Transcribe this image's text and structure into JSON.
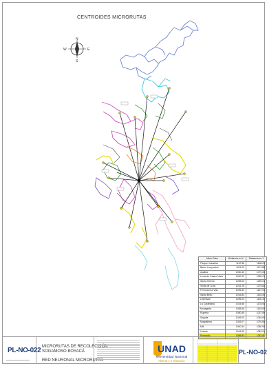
{
  "map": {
    "title": "CENTROIDES MICRORUTAS",
    "compass": {
      "north": "N",
      "south": "S",
      "east": "E",
      "west": "W"
    }
  },
  "table": {
    "headers": [
      "Micro Ruta",
      "Distancia en X",
      "Distancia en Y"
    ],
    "rows": [
      [
        "Parque Industrial",
        "1167.86",
        "1168.29"
      ],
      [
        "Barrio Las pueblo",
        "1011.00",
        "1174.88"
      ],
      [
        "Ayalitra",
        "1050.40",
        "1079.00"
      ],
      [
        "Loma de Castro Norte",
        "1000.22",
        "1080.21"
      ],
      [
        "Santa Helena",
        "1095.60",
        "1289.01"
      ],
      [
        "Venta de Jo ilo",
        "1016.76",
        "1275.60"
      ],
      [
        "Ferrocarril a Villa",
        "1096.50",
        "1187.93"
      ],
      [
        "Santa Bello",
        "1016.84",
        "1164.50"
      ],
      [
        "Libertador",
        "1095.00",
        "1150.30"
      ],
      [
        "La Castellana",
        "1015.66",
        "1178.06"
      ],
      [
        "Monagrela",
        "1055.66",
        "1145.09"
      ],
      [
        "Ruperta",
        "1050.65",
        "1037.89"
      ],
      [
        "Sogolia",
        "1049.03",
        "1064.06"
      ],
      [
        "Magdalena",
        "1026.07",
        "1076.88"
      ],
      [
        "Mili",
        "1000.34",
        "1080.59"
      ],
      [
        "Uniedo",
        "1016.90",
        "1082.51"
      ],
      [
        "Promedio",
        "1095.83",
        "1281.80"
      ]
    ]
  },
  "title_block": {
    "sheet_code": "PL-NO-022",
    "project_title_line1": "MICRORUTAS DE RECOLECCIÓN",
    "project_title_line2": "SOGAMOSO BOYACÁ",
    "subtitle": "RED NEURONAL MICRORUTAS",
    "university_name": "UNAD",
    "university_line1": "Universidad Nacional",
    "university_line2": "Abierta y a Distancia",
    "sheet_code_right": "PL-NO-02"
  },
  "colors": {
    "centroid_lines": "#2c2c2c",
    "highlight_row": "#f6f200",
    "brand_blue": "#1c3f8f"
  }
}
